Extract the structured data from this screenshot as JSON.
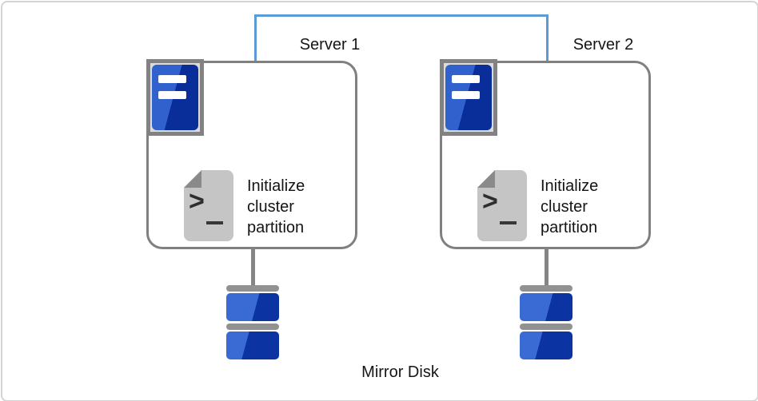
{
  "servers": [
    {
      "label": "Server 1",
      "task": "Initialize cluster partition"
    },
    {
      "label": "Server 2",
      "task": "Initialize cluster partition"
    }
  ],
  "script_icon": {
    "prompt_glyph": ">"
  },
  "mirror_disk_label": "Mirror Disk",
  "colors": {
    "interconnect_blue": "#5b9bd5",
    "box_border_gray": "#808080",
    "badge_border_gray": "#828282",
    "badge_fill_gray": "#dcdcdc",
    "tower_blue_light": "#3061cc",
    "tower_blue_dark": "#0a2e99",
    "disk_blue_light": "#3a6ad4",
    "disk_blue_dark": "#0b33a1",
    "disk_cap_gray": "#919191",
    "script_body_gray": "#c5c5c5",
    "script_fold_gray": "#8a8a8a",
    "outer_frame_gray": "#d4d4d4"
  }
}
